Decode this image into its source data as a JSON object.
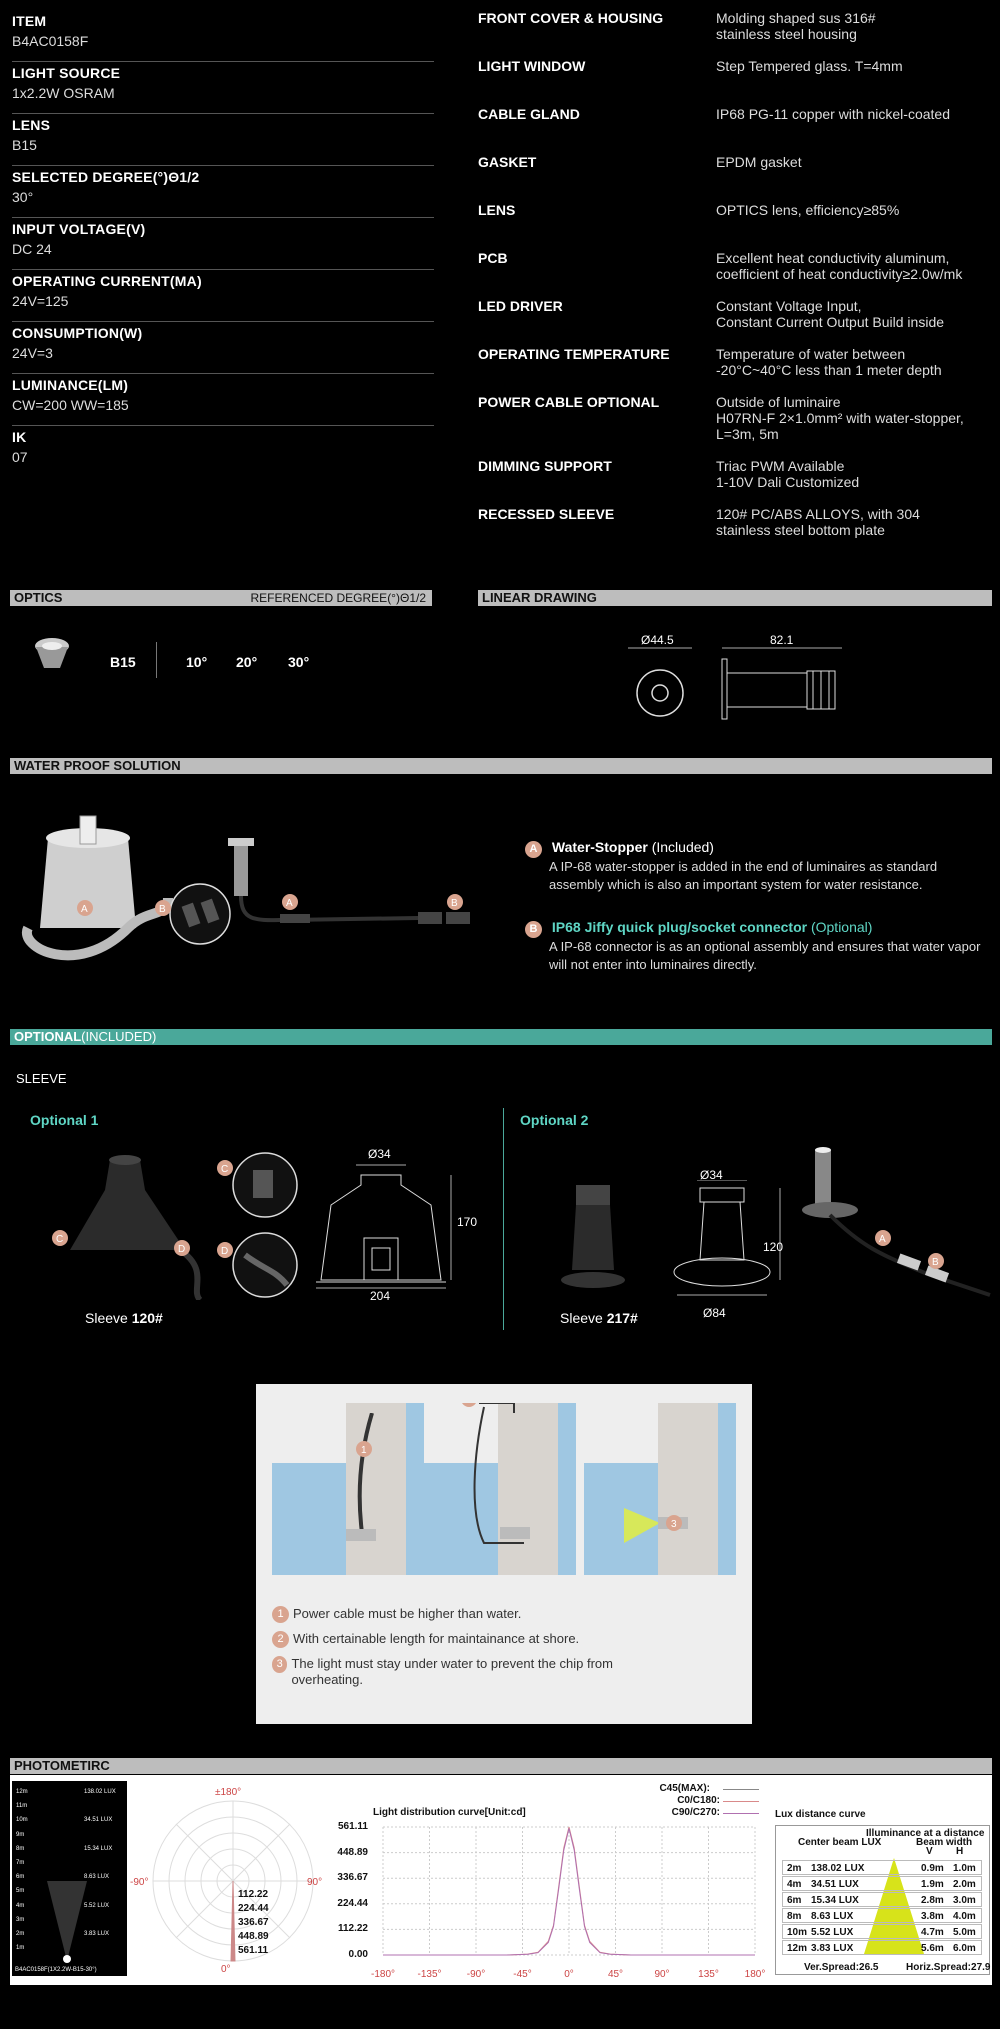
{
  "specs_left": [
    {
      "k": "ITEM",
      "v": "B4AC0158F"
    },
    {
      "k": "LIGHT SOURCE",
      "v": "1x2.2W OSRAM"
    },
    {
      "k": "LENS",
      "v": "B15"
    },
    {
      "k": "SELECTED DEGREE(°)Θ1/2",
      "v": "30°"
    },
    {
      "k": "INPUT VOLTAGE(V)",
      "v": "DC 24"
    },
    {
      "k": "OPERATING CURRENT(MA)",
      "v": "24V=125"
    },
    {
      "k": "CONSUMPTION(W)",
      "v": "24V=3"
    },
    {
      "k": "LUMINANCE(LM)",
      "v": "CW=200 WW=185"
    },
    {
      "k": "IK",
      "v": "07"
    }
  ],
  "specs_right": [
    {
      "k": "FRONT COVER & HOUSING",
      "v": "Molding shaped sus 316#\nstainless steel housing"
    },
    {
      "k": "LIGHT WINDOW",
      "v": "Step Tempered glass. T=4mm"
    },
    {
      "k": "CABLE GLAND",
      "v": "IP68 PG-11 copper with nickel-coated"
    },
    {
      "k": "GASKET",
      "v": "EPDM gasket"
    },
    {
      "k": "LENS",
      "v": "OPTICS lens, efficiency≥85%"
    },
    {
      "k": "PCB",
      "v": "Excellent heat conductivity aluminum,\ncoefficient of heat conductivity≥2.0w/mk"
    },
    {
      "k": "LED DRIVER",
      "v": "Constant Voltage Input,\nConstant Current Output Build inside"
    },
    {
      "k": "OPERATING TEMPERATURE",
      "v": "Temperature of water  between\n-20°C~40°C less than 1 meter depth"
    },
    {
      "k": "POWER CABLE OPTIONAL",
      "v": "Outside of luminaire\nH07RN-F 2×1.0mm² with water-stopper,\n L=3m, 5m"
    },
    {
      "k": "DIMMING SUPPORT",
      "v": "Triac PWM Available\n1-10V Dali Customized"
    },
    {
      "k": "RECESSED SLEEVE",
      "v": "120# PC/ABS ALLOYS, with 304\nstainless steel bottom plate"
    }
  ],
  "optics": {
    "bar": "OPTICS",
    "bar_right": "REFERENCED DEGREE(°)Θ1/2",
    "lens": "B15",
    "degrees": [
      "10°",
      "20°",
      "30°"
    ]
  },
  "linear": {
    "bar": "LINEAR DRAWING",
    "d1": "Ø44.5",
    "d2": "82.1"
  },
  "waterproof": {
    "bar": "WATER PROOF SOLUTION",
    "a_mark": "A",
    "b_mark": "B",
    "a_title": "Water-Stopper",
    "a_tag": "(Included)",
    "a_desc": "A IP-68 water-stopper is added in the end of luminaires as standard assembly which is also an important system for water resistance.",
    "b_title": "IP68 Jiffy quick plug/socket connector",
    "b_tag": "(Optional)",
    "b_desc": "A IP-68 connector is as an optional assembly and ensures that water vapor will not enter into luminaires directly."
  },
  "optional": {
    "bar": "OPTIONAL",
    "bar_tag": "(INCLUDED)",
    "sleeve": "SLEEVE",
    "opt1": "Optional 1",
    "opt2": "Optional 2",
    "s1_pre": "Sleeve ",
    "s1_num": "120#",
    "s2_pre": "Sleeve ",
    "s2_num": "217#",
    "dim1_top": "Ø34",
    "dim1_h": "170",
    "dim1_w": "204",
    "dim2_top": "Ø34",
    "dim2_h": "120",
    "dim2_w": "Ø84",
    "c_mark": "C",
    "d_mark": "D"
  },
  "install": {
    "n1": "1",
    "n2": "2",
    "n3": "3",
    "note1": "Power cable must be higher than water.",
    "note2": "With certainable length for maintainance at shore.",
    "note3": "The light must stay under water to prevent the chip from overheating."
  },
  "photometric": {
    "bar": "PHOTOMETIRC",
    "beam_rows": [
      {
        "d": "12m",
        "v": "138.02 LUX"
      },
      {
        "d": "11m",
        "v": ""
      },
      {
        "d": "10m",
        "v": "34.51 LUX"
      },
      {
        "d": "9m",
        "v": ""
      },
      {
        "d": "8m",
        "v": "15.34 LUX"
      },
      {
        "d": "7m",
        "v": ""
      },
      {
        "d": "6m",
        "v": "8.63 LUX"
      },
      {
        "d": "5m",
        "v": ""
      },
      {
        "d": "4m",
        "v": "5.52 LUX"
      },
      {
        "d": "3m",
        "v": ""
      },
      {
        "d": "2m",
        "v": "3.83 LUX"
      },
      {
        "d": "1m",
        "v": ""
      }
    ],
    "beam_caption": "B4AC0158F(1X2.2W-B15-30°)",
    "polar_top": "±180°",
    "polar_left": "-90°",
    "polar_right": "90°",
    "polar_bottom": "0°",
    "polar_vals": [
      "112.22",
      "224.44",
      "336.67",
      "448.89",
      "561.11"
    ],
    "curve_title": "Light distribution curve[Unit:cd]",
    "legend": [
      "C45(MAX):",
      "C0/C180:",
      "C90/C270:"
    ],
    "lux_title": "Lux distance curve",
    "lux_head1": "Illuminance at a distance",
    "lux_head2": "Center beam LUX",
    "lux_head3": "Beam width",
    "lux_v": "V",
    "lux_h": "H",
    "lux_rows": [
      {
        "d": "2m",
        "lux": "138.02 LUX",
        "v": "0.9m",
        "h": "1.0m"
      },
      {
        "d": "4m",
        "lux": "34.51 LUX",
        "v": "1.9m",
        "h": "2.0m"
      },
      {
        "d": "6m",
        "lux": "15.34 LUX",
        "v": "2.8m",
        "h": "3.0m"
      },
      {
        "d": "8m",
        "lux": "8.63 LUX",
        "v": "3.8m",
        "h": "4.0m"
      },
      {
        "d": "10m",
        "lux": "5.52 LUX",
        "v": "4.7m",
        "h": "5.0m"
      },
      {
        "d": "12m",
        "lux": "3.83 LUX",
        "v": "5.6m",
        "h": "6.0m"
      }
    ],
    "ver_spread": "Ver.Spread:26.5",
    "hor_spread": "Horiz.Spread:27.9"
  },
  "chart_data": {
    "type": "line",
    "title": "Light distribution curve[Unit:cd]",
    "x_ticks": [
      "-180°",
      "-135°",
      "-90°",
      "-45°",
      "0°",
      "45°",
      "90°",
      "135°",
      "180°"
    ],
    "y_ticks": [
      "561.11",
      "448.89",
      "336.67",
      "224.44",
      "112.22",
      "0.00"
    ],
    "xlim": [
      -180,
      180
    ],
    "ylim": [
      0,
      561.11
    ],
    "grid": true,
    "legend_placement": "top-right",
    "series": [
      {
        "name": "C0/C180:",
        "color": "#d98a8a",
        "x": [
          -180,
          -60,
          -40,
          -30,
          -20,
          -15,
          -10,
          -5,
          0,
          5,
          10,
          15,
          20,
          30,
          40,
          60,
          180
        ],
        "y": [
          0,
          0,
          4,
          12,
          60,
          130,
          300,
          470,
          561,
          470,
          300,
          130,
          60,
          12,
          4,
          0,
          0
        ]
      },
      {
        "name": "C90/C270:",
        "color": "#b070b0",
        "x": [
          -180,
          -60,
          -40,
          -30,
          -20,
          -15,
          -10,
          -5,
          0,
          5,
          10,
          15,
          20,
          30,
          40,
          60,
          180
        ],
        "y": [
          0,
          0,
          3,
          10,
          55,
          125,
          290,
          460,
          555,
          460,
          290,
          125,
          55,
          10,
          3,
          0,
          0
        ]
      }
    ]
  }
}
